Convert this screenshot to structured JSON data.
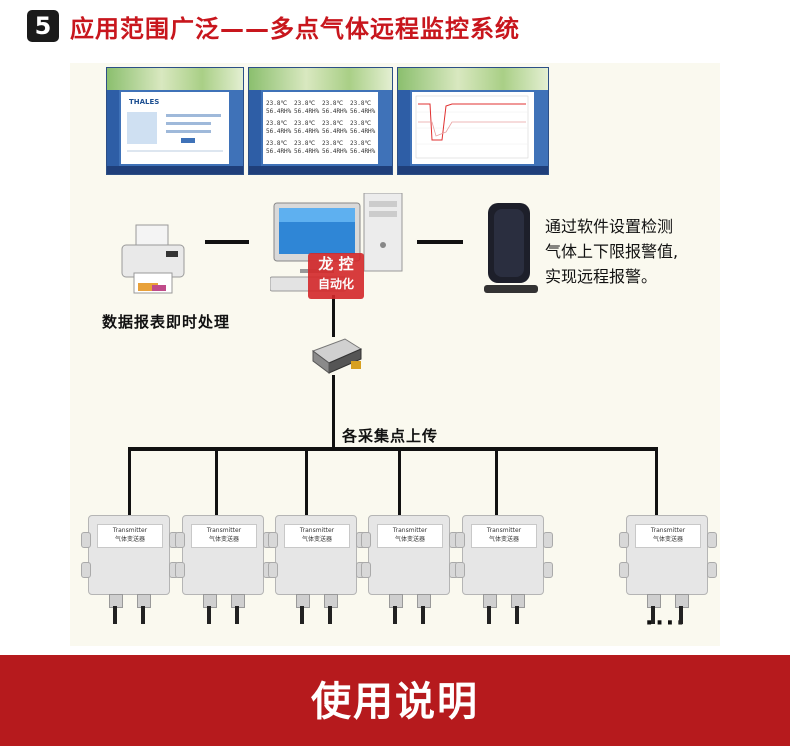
{
  "header": {
    "number": "5",
    "title": "应用范围广泛——多点气体远程监控系统"
  },
  "screenshots": {
    "brand_logo": "THALES",
    "readings": [
      "23.8℃",
      "56.4RH%"
    ]
  },
  "diagram": {
    "printer_label": "数据报表即时处理",
    "speaker_text": "通过软件设置检测\n气体上下限报警值,\n实现远程报警。",
    "bus_label": "各采集点上传",
    "watermark_top": "龙 控",
    "watermark_bottom": "自动化",
    "more_marker": "····",
    "transmitter_name": "Transmitter",
    "transmitter_cn": "气体变送器"
  },
  "footer": {
    "title": "使用说明"
  },
  "colors": {
    "accent_red": "#c8161d",
    "footer_red": "#b61a1d",
    "panel_bg": "#faf9ef"
  }
}
